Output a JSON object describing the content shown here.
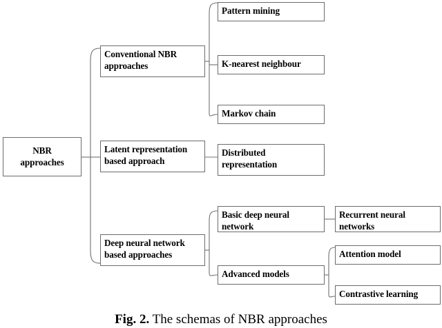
{
  "figure": {
    "caption_label": "Fig. 2.",
    "caption_text": "The schemas of NBR approaches",
    "line_color": "#707070",
    "box_border_color": "#6b6b6b",
    "background_color": "#ffffff",
    "text_color": "#000000"
  },
  "nodes": {
    "root": "NBR\napproaches",
    "conventional": "Conventional NBR\napproaches",
    "latent": "Latent representation\nbased approach",
    "deepnet": "Deep neural network\nbased approaches",
    "pattern_mining": "Pattern mining",
    "knn": "K-nearest neighbour",
    "markov": "Markov chain",
    "distributed": "Distributed\nrepresentation",
    "basic_dnn": "Basic deep neural\nnetwork",
    "advanced": "Advanced models",
    "rnn": "Recurrent neural\nnetworks",
    "attention": "Attention model",
    "contrastive": "Contrastive learning"
  },
  "tree": {
    "type": "hierarchy",
    "root": "NBR approaches",
    "children": [
      {
        "label": "Conventional NBR approaches",
        "children": [
          {
            "label": "Pattern mining"
          },
          {
            "label": "K-nearest neighbour"
          },
          {
            "label": "Markov chain"
          }
        ]
      },
      {
        "label": "Latent representation based approach",
        "children": [
          {
            "label": "Distributed representation"
          }
        ]
      },
      {
        "label": "Deep neural network based approaches",
        "children": [
          {
            "label": "Basic deep neural network",
            "children": [
              {
                "label": "Recurrent neural networks"
              }
            ]
          },
          {
            "label": "Advanced models",
            "children": [
              {
                "label": "Attention model"
              },
              {
                "label": "Contrastive learning"
              }
            ]
          }
        ]
      }
    ]
  }
}
